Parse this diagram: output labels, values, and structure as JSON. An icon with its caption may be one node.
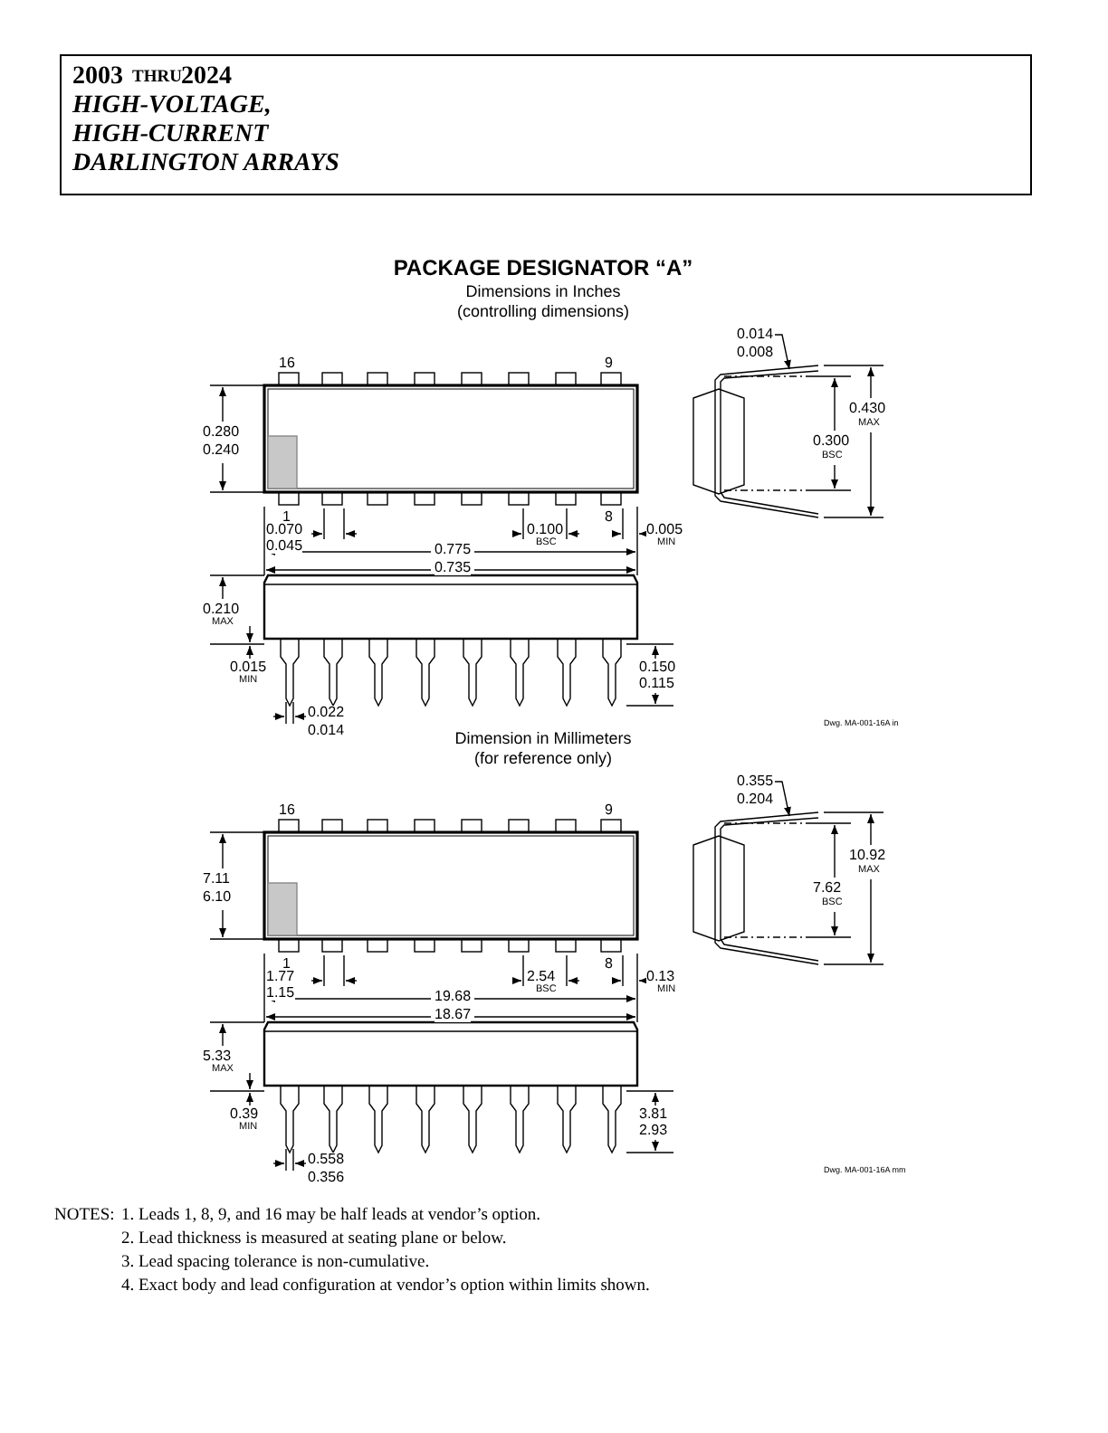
{
  "diagram": {
    "title": "PACKAGE DESIGNATOR “A”",
    "labels": [
      "2003",
      "THRU",
      "2024",
      "HIGH-VOLTAGE,",
      "HIGH-CURRENT",
      "DARLINGTON ARRAYS",
      "Dimensions in Inches",
      "(controlling dimensions)",
      "16",
      "9",
      "0.014",
      "0.008",
      "0.280",
      "0.240",
      "0.430",
      "MAX",
      "0.300",
      "BSC",
      "1",
      "8",
      "0.070",
      "0.045",
      "0.100",
      "BSC",
      "0.005",
      "MIN",
      "0.775",
      "0.735",
      "0.210",
      "MAX",
      "0.015",
      "MIN",
      "0.150",
      "0.115",
      "0.022",
      "0.014",
      "Dwg. MA-001-16A in",
      "Dimension in Millimeters",
      "(for reference only)",
      "16",
      "9",
      "0.355",
      "0.204",
      "7.11",
      "6.10",
      "10.92",
      "MAX",
      "7.62",
      "BSC",
      "1",
      "8",
      "1.77",
      "1.15",
      "2.54",
      "BSC",
      "0.13",
      "MIN",
      "19.68",
      "18.67",
      "5.33",
      "MAX",
      "0.39",
      "MIN",
      "3.81",
      "2.93",
      "0.558",
      "0.356",
      "Dwg. MA-001-16A mm",
      "NOTES:",
      "1. Leads 1, 8, 9, and 16 may be half leads at vendor’s option.",
      "2. Lead thickness is measured at seating plane or below.",
      "3. Lead spacing tolerance is non-cumulative.",
      "4. Exact body and lead configuration at vendor’s option within limits shown."
    ]
  }
}
